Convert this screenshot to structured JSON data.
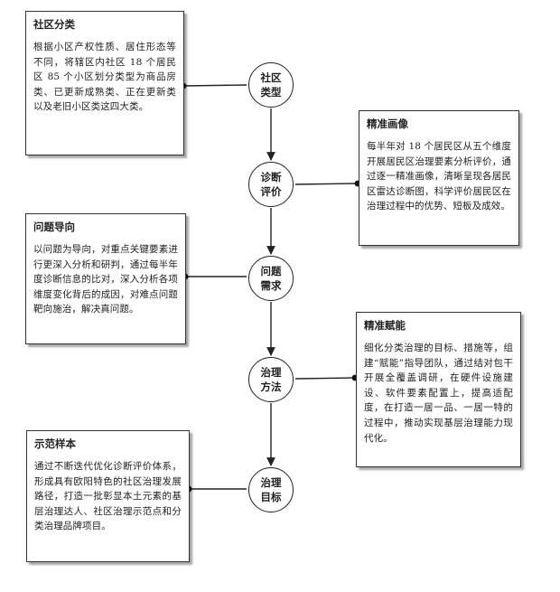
{
  "nodes": [
    {
      "label": "社区类型"
    },
    {
      "label": "诊断评价"
    },
    {
      "label": "问题需求"
    },
    {
      "label": "治理方法"
    },
    {
      "label": "治理目标"
    }
  ],
  "boxes": [
    {
      "title": "社区分类",
      "body": "根据小区产权性质、居住形态等不同，将辖区内社区 18 个居民区 85 个小区划分类型为商品房类、已更新成熟类、正在更新类以及老旧小区类这四大类。"
    },
    {
      "title": "精准画像",
      "body": "每半年对 18 个居民区从五个维度开展居民区治理要素分析评价，通过逐一精准画像，清晰呈现各居民区雷达诊断图，科学评价居民区在治理过程中的优势、短板及成效。"
    },
    {
      "title": "问题导向",
      "body": "以问题为导向，对重点关键要素进行更深入分析和研判，通过每半年度诊断信息的比对，深入分析各项维度变化背后的成因，对难点问题靶向施治，解决真问题。"
    },
    {
      "title": "精准赋能",
      "body": "细化分类治理的目标、措施等，组建“赋能”指导团队，通过结对包干开展全覆盖调研，在硬件设施建设、软件要素配置上，提高适配度，在打造一居一品、一居一特的过程中，推动实现基层治理能力现代化。"
    },
    {
      "title": "示范样本",
      "body": "通过不断迭代优化诊断评价体系，形成具有欧阳特色的社区治理发展路径，打造一批彰显本土元素的基层治理达人、社区治理示范点和分类治理品牌项目。"
    }
  ]
}
